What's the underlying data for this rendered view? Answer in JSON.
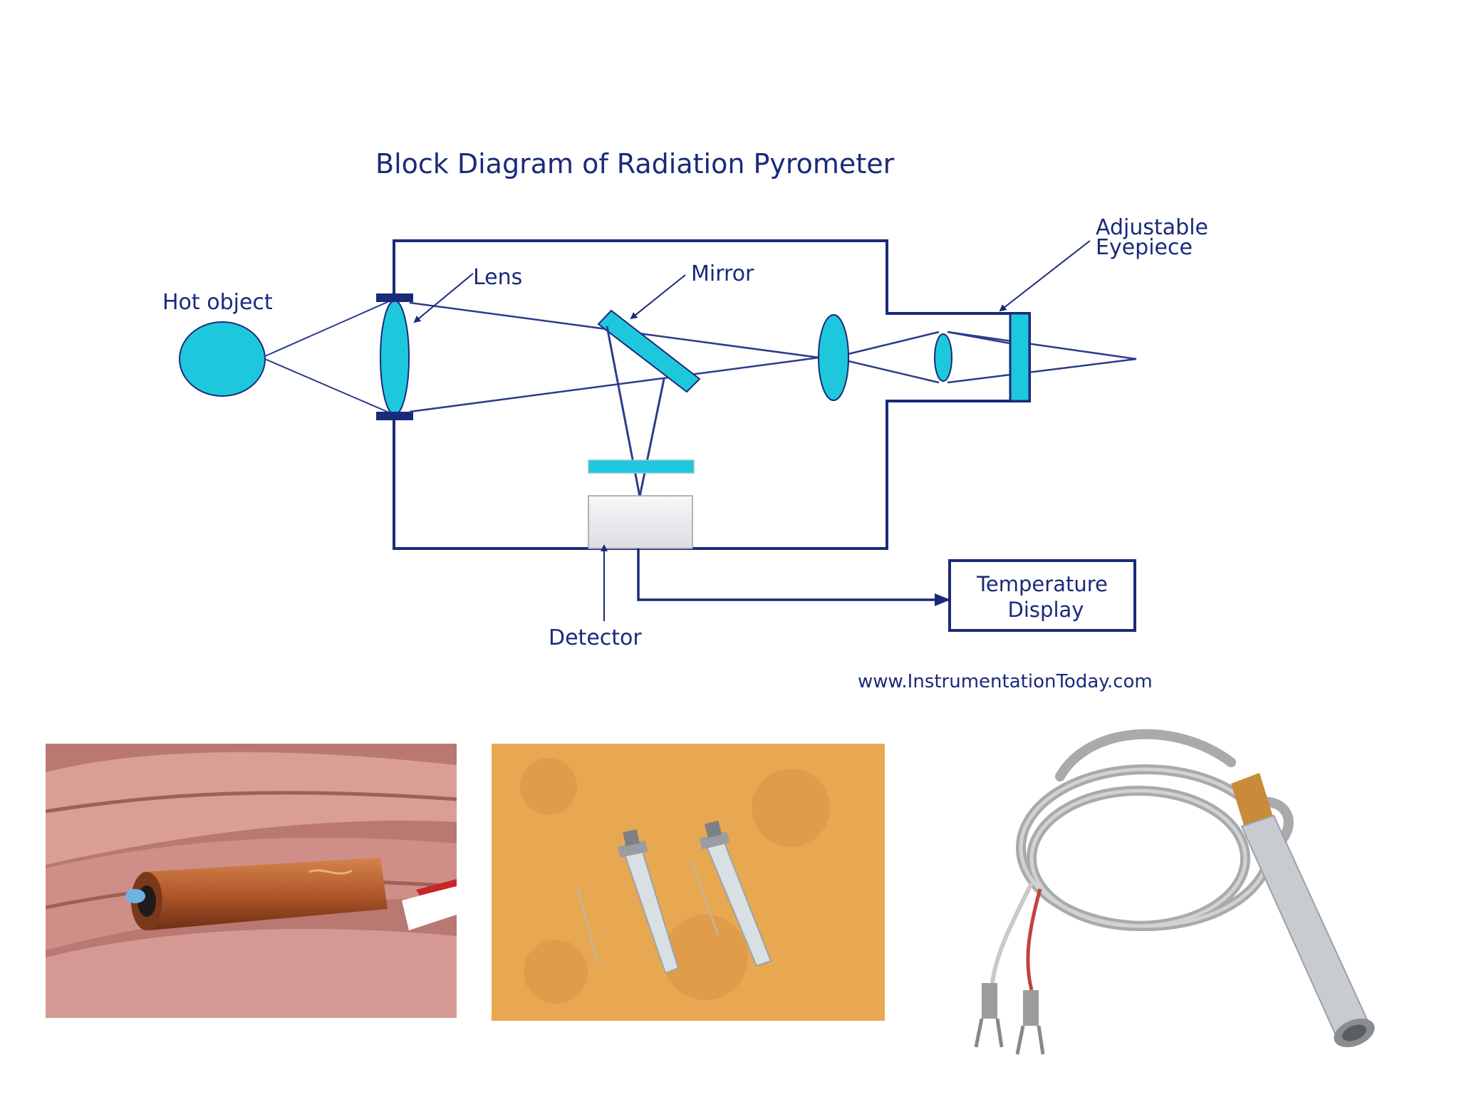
{
  "diagram": {
    "title": "Block Diagram of Radiation Pyrometer",
    "labels": {
      "hot_object": "Hot object",
      "lens": "Lens",
      "mirror": "Mirror",
      "eyepiece_line1": "Adjustable",
      "eyepiece_line2": "Eyepiece",
      "detector": "Detector",
      "display_line1": "Temperature",
      "display_line2": "Display"
    },
    "source": "www.InstrumentationToday.com",
    "colors": {
      "outline": "#1a2a7a",
      "optic_fill": "#1ec8dc",
      "detector_fill": "#e6e6ea"
    }
  },
  "photos": [
    {
      "name": "thermocouple-in-hand-photo",
      "subject": "copper-sheathed sensor held between fingers"
    },
    {
      "name": "glass-thermocouple-probes-photo",
      "subject": "two glass probes on orange surface"
    },
    {
      "name": "coiled-thermopile-cable-photo",
      "subject": "coiled metal-sheathed cable with fittings"
    }
  ]
}
